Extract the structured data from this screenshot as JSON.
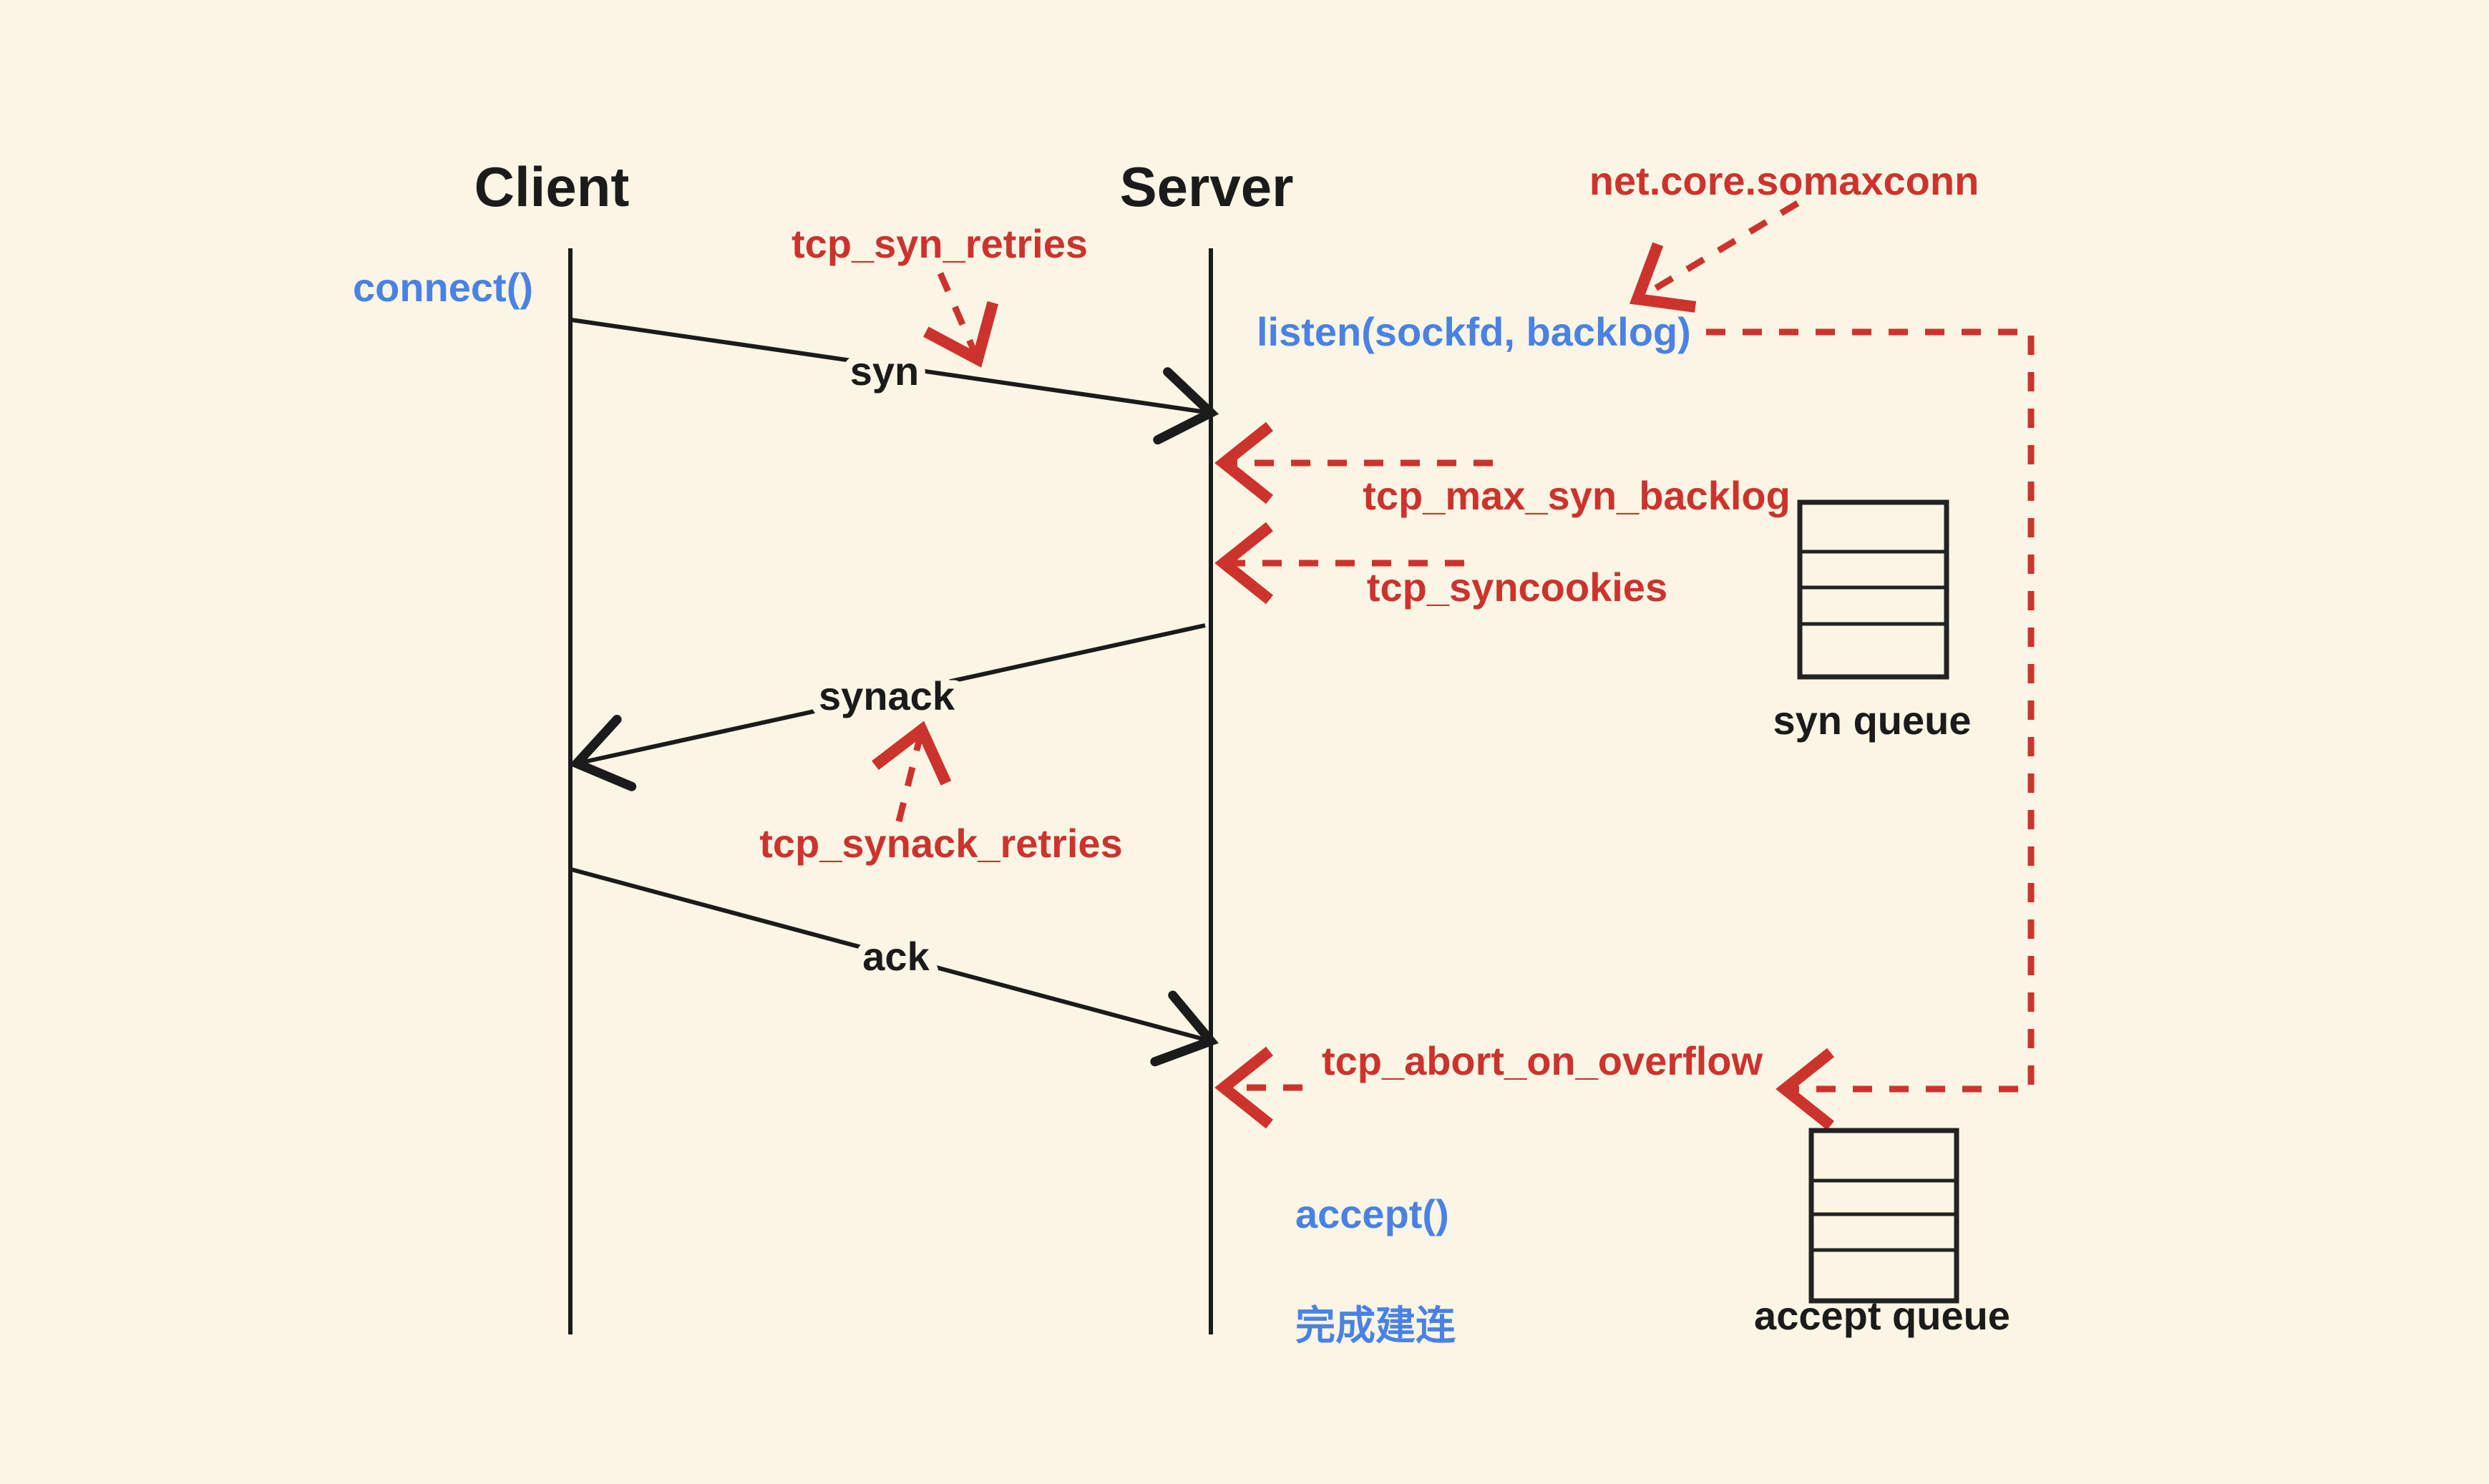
{
  "diagram": {
    "titles": {
      "client": "Client",
      "server": "Server"
    },
    "syscalls": {
      "connect": "connect()",
      "listen": "listen(sockfd, backlog)",
      "accept": "accept()",
      "established": "完成建连"
    },
    "messages": {
      "syn": "syn",
      "synack": "synack",
      "ack": "ack"
    },
    "kernel_params": {
      "tcp_syn_retries": "tcp_syn_retries",
      "net_core_somaxconn": "net.core.somaxconn",
      "tcp_max_syn_backlog": "tcp_max_syn_backlog",
      "tcp_syncookies": "tcp_syncookies",
      "tcp_synack_retries": "tcp_synack_retries",
      "tcp_abort_on_overflow": "tcp_abort_on_overflow"
    },
    "queues": {
      "syn_queue": {
        "label": "syn queue",
        "rows": 4
      },
      "accept_queue": {
        "label": "accept queue",
        "rows": 4
      }
    },
    "colors": {
      "background": "#FAF5E4",
      "red": "#CD332D",
      "blue": "#4A82E4",
      "black": "#1B1B1B"
    }
  }
}
